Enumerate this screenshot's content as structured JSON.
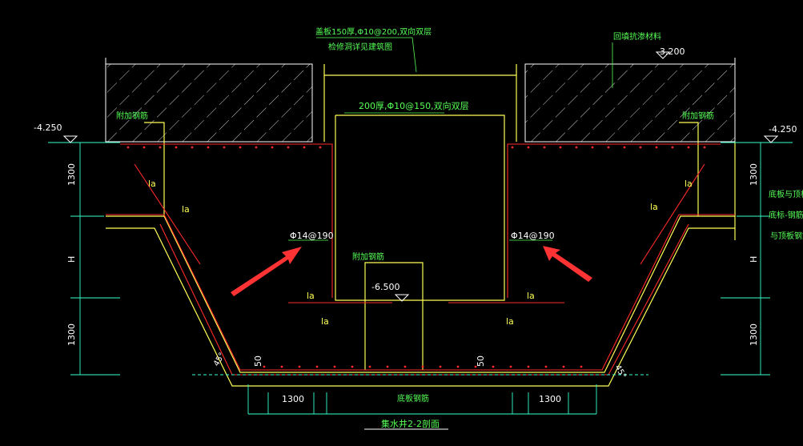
{
  "drawing": {
    "section_title": "集水井2-2剖面",
    "annotations": {
      "top_cover": "盖板150厚,Φ10@200,双向双层",
      "top_note": "检修洞详见建筑图",
      "backfill": "回填抗渗材料",
      "inner_wall": "200厚,Φ10@150,双向双层",
      "anchor_left": "附加钢筋",
      "anchor_right": "附加钢筋",
      "anchor_center": "附加钢筋",
      "rebar_left": "Φ14@190",
      "rebar_right": "Φ14@190",
      "bottom_plate": "底板钢筋",
      "right_note_1": "底板与顶板底标高",
      "right_note_2": "底标-钢筋面",
      "right_note_3": "与顶板钢筋"
    },
    "elevations": {
      "top_right": "-3.200",
      "left": "-4.250",
      "right": "-4.250",
      "pit": "-6.500"
    },
    "dimensions": {
      "left_top": "1300",
      "left_mid": "H",
      "left_bottom": "1300",
      "right_top": "1300",
      "right_mid": "H",
      "right_bottom": "1300",
      "bottom_left": "1300",
      "bottom_right": "1300",
      "cover_left": "50",
      "cover_right": "50",
      "angle_left": "45°",
      "angle_right": "45°"
    },
    "la_labels": [
      "la",
      "la",
      "la",
      "la",
      "la",
      "la",
      "la",
      "la"
    ],
    "colors": {
      "background": "#000000",
      "structure": "#ffff55",
      "rebar": "#ff2a2a",
      "dimension": "#33ffcc",
      "text": "#55ff55",
      "hatch": "#ffffff",
      "arrow": "#ff3333"
    }
  }
}
